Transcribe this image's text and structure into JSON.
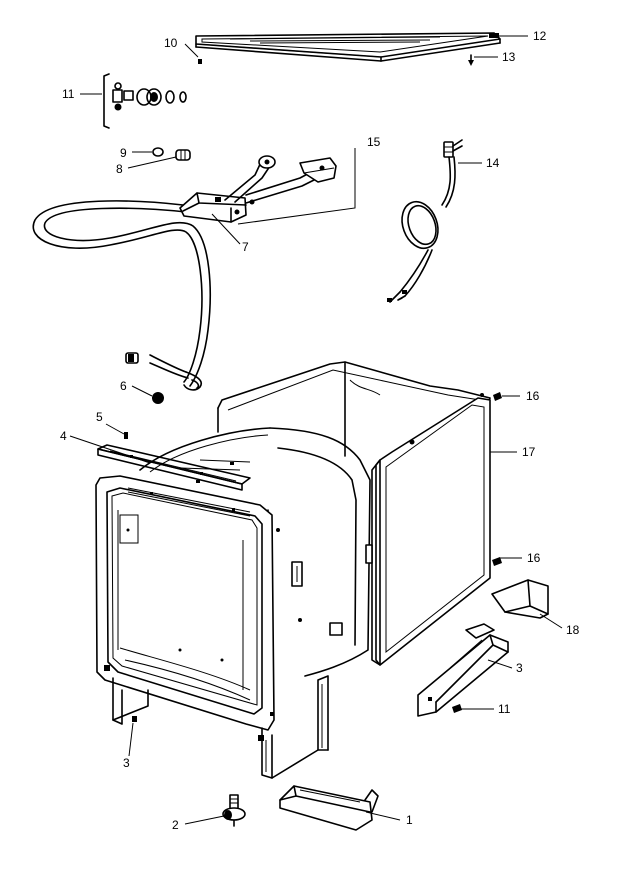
{
  "parts": [
    {
      "id": "p1",
      "number": "1"
    },
    {
      "id": "p2",
      "number": "2"
    },
    {
      "id": "p3a",
      "number": "3"
    },
    {
      "id": "p3b",
      "number": "3"
    },
    {
      "id": "p4",
      "number": "4"
    },
    {
      "id": "p5",
      "number": "5"
    },
    {
      "id": "p6",
      "number": "6"
    },
    {
      "id": "p7",
      "number": "7"
    },
    {
      "id": "p8",
      "number": "8"
    },
    {
      "id": "p9",
      "number": "9"
    },
    {
      "id": "p10",
      "number": "10"
    },
    {
      "id": "p11a",
      "number": "11"
    },
    {
      "id": "p11b",
      "number": "11"
    },
    {
      "id": "p12",
      "number": "12"
    },
    {
      "id": "p13",
      "number": "13"
    },
    {
      "id": "p14",
      "number": "14"
    },
    {
      "id": "p15",
      "number": "15"
    },
    {
      "id": "p16a",
      "number": "16"
    },
    {
      "id": "p16b",
      "number": "16"
    },
    {
      "id": "p17",
      "number": "17"
    },
    {
      "id": "p18",
      "number": "18"
    }
  ]
}
